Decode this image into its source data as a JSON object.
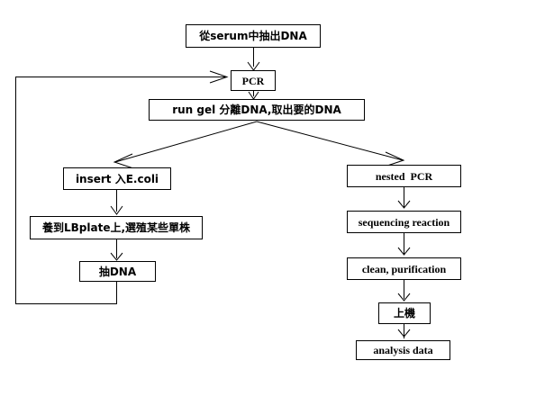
{
  "diagram": {
    "title": "DNA extraction and sequencing workflow flowchart",
    "background_color": "#ffffff",
    "line_color": "#000000",
    "text_color": "#000000",
    "nodes": [
      {
        "id": "extract_dna",
        "label": "從serum中抽出DNA"
      },
      {
        "id": "pcr",
        "label": "PCR"
      },
      {
        "id": "run_gel",
        "label": "run gel 分離DNA,取出要的DNA"
      },
      {
        "id": "insert_ecoli",
        "label": "insert 入E.coli"
      },
      {
        "id": "lb_plate",
        "label": "養到LBplate上,選殖某些單株"
      },
      {
        "id": "extract_dna2",
        "label": "抽DNA"
      },
      {
        "id": "nested_pcr",
        "label": "nested  PCR"
      },
      {
        "id": "sequencing",
        "label": "sequencing reaction"
      },
      {
        "id": "clean_purify",
        "label": "clean, purification"
      },
      {
        "id": "load_machine",
        "label": "上機"
      },
      {
        "id": "analysis_data",
        "label": "analysis data"
      }
    ],
    "edges": [
      {
        "from": "extract_dna",
        "to": "pcr",
        "kind": "straight-down"
      },
      {
        "from": "pcr",
        "to": "run_gel",
        "kind": "straight-down"
      },
      {
        "from": "run_gel",
        "to": "insert_ecoli",
        "kind": "diagonal-left"
      },
      {
        "from": "run_gel",
        "to": "nested_pcr",
        "kind": "diagonal-right"
      },
      {
        "from": "insert_ecoli",
        "to": "lb_plate",
        "kind": "straight-down"
      },
      {
        "from": "lb_plate",
        "to": "extract_dna2",
        "kind": "straight-down"
      },
      {
        "from": "extract_dna2",
        "to": "pcr",
        "kind": "feedback-loop-left"
      },
      {
        "from": "nested_pcr",
        "to": "sequencing",
        "kind": "straight-down"
      },
      {
        "from": "sequencing",
        "to": "clean_purify",
        "kind": "straight-down"
      },
      {
        "from": "clean_purify",
        "to": "load_machine",
        "kind": "straight-down"
      },
      {
        "from": "load_machine",
        "to": "analysis_data",
        "kind": "straight-down"
      }
    ]
  }
}
